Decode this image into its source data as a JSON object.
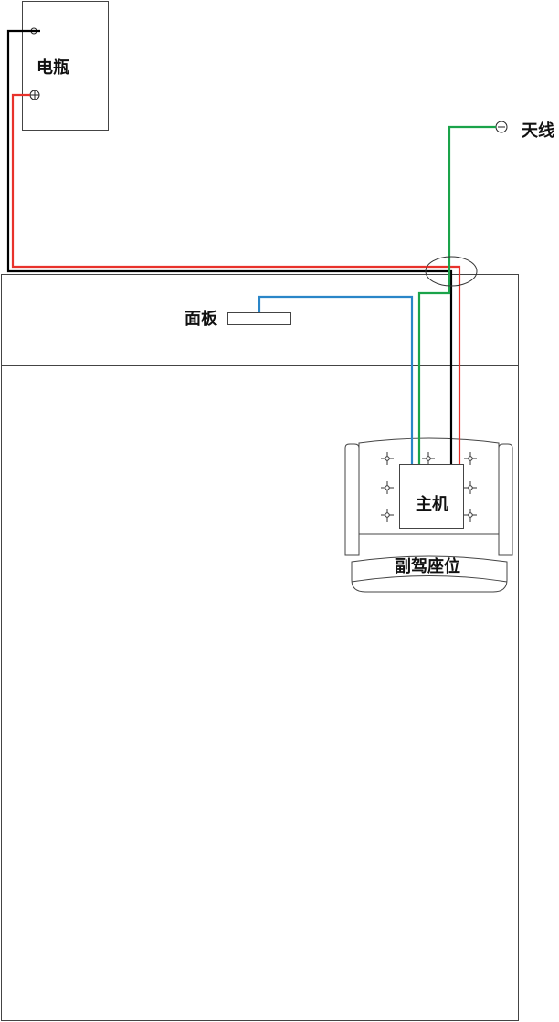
{
  "labels": {
    "battery": "电瓶",
    "antenna": "天线",
    "panel": "面板",
    "host": "主机",
    "seat": "副驾座位"
  },
  "wires": {
    "battery_negative": "#000000",
    "battery_positive": "#e8322b",
    "antenna_signal": "#1aa34a",
    "panel_cable": "#2a86c8"
  },
  "terminals": {
    "negative": "minus-terminal",
    "positive": "plus-terminal",
    "antenna": "antenna-terminal"
  }
}
